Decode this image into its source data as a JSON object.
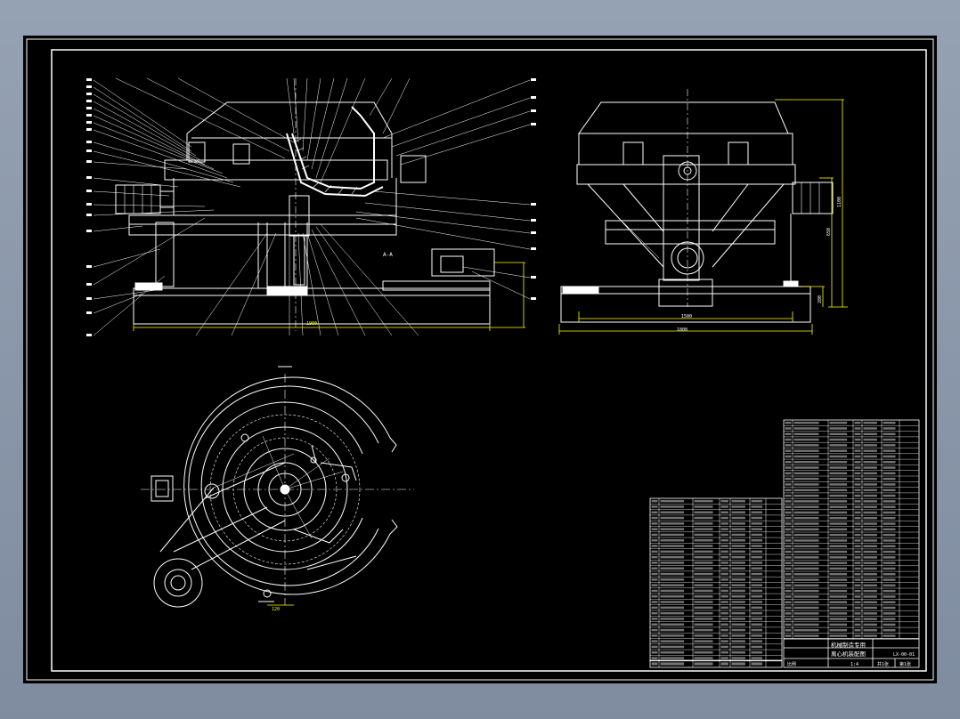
{
  "drawing": {
    "title_line1": "机械制造专用",
    "title_line2": "离心机装配图",
    "drawing_number": "LX-00-01",
    "scale_label": "比例",
    "scale_value": "1:4",
    "sheet_info": "共1张",
    "sheet_info2": "第1张"
  },
  "section_label": "A-A",
  "dims": {
    "front_base_width": "1900",
    "side_base_width": "1800",
    "side_inner_width": "1500",
    "side_height": "1100",
    "side_height2": "650",
    "side_base_h": "280",
    "plan_dim": "120"
  },
  "table_header": [
    "序号",
    "代号",
    "名称",
    "数量",
    "材料",
    "备注"
  ],
  "colors": {
    "background": "#000000",
    "outline": "#ffffff",
    "dimension": "#ffff00",
    "frame": "#ffffff"
  }
}
